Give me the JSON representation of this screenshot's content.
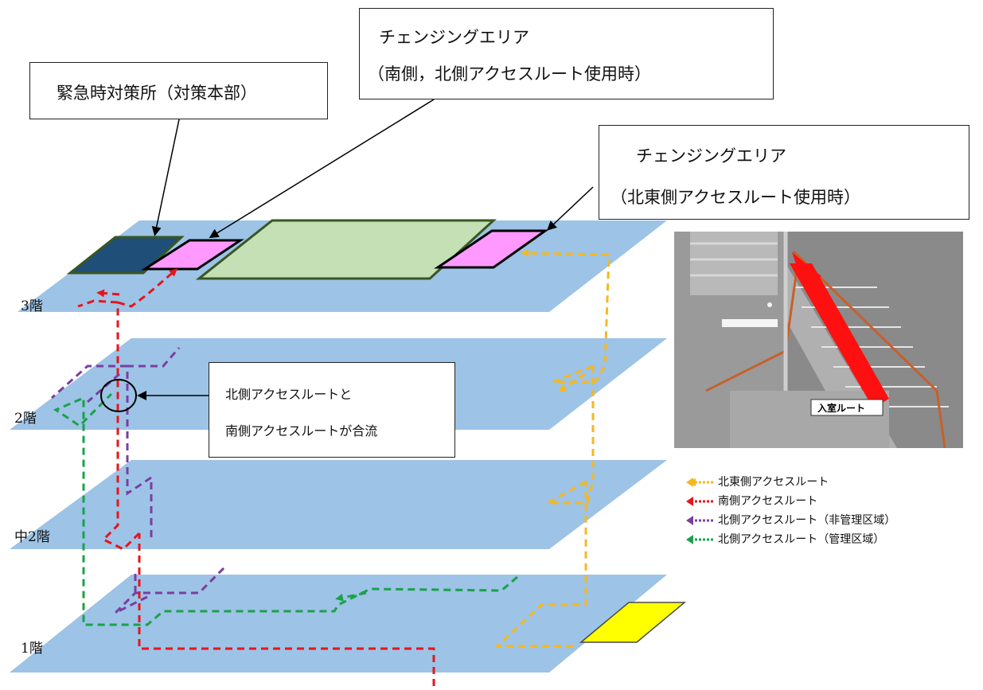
{
  "floors": {
    "f3": "3階",
    "f2": "2階",
    "fm2": "中2階",
    "f1": "1階"
  },
  "callouts": {
    "emergency": "緊急時対策所（対策本部）",
    "changing_south_north_line1": "チェンジングエリア",
    "changing_south_north_line2": "（南側，北側アクセスルート使用時）",
    "changing_northeast_line1": "チェンジングエリア",
    "changing_northeast_line2": "（北東側アクセスルート使用時）",
    "merge_line1": "北側アクセスルートと",
    "merge_line2": "南側アクセスルートが合流"
  },
  "photo": {
    "label": "入室ルート"
  },
  "legend": [
    {
      "label": "北東側アクセスルート",
      "color": "#f5b820"
    },
    {
      "label": "南側アクセスルート",
      "color": "#e8141c"
    },
    {
      "label": "北側アクセスルート（非管理区域）",
      "color": "#7a3fa0"
    },
    {
      "label": "北側アクセスルート（管理区域）",
      "color": "#1aa24a"
    }
  ],
  "colors": {
    "floor": "#9dc3e6",
    "emergency_room": "#1f4e79",
    "changing_area": "#ff99ff",
    "large_room": "#c5e0b4",
    "entrance": "#ffff00"
  }
}
